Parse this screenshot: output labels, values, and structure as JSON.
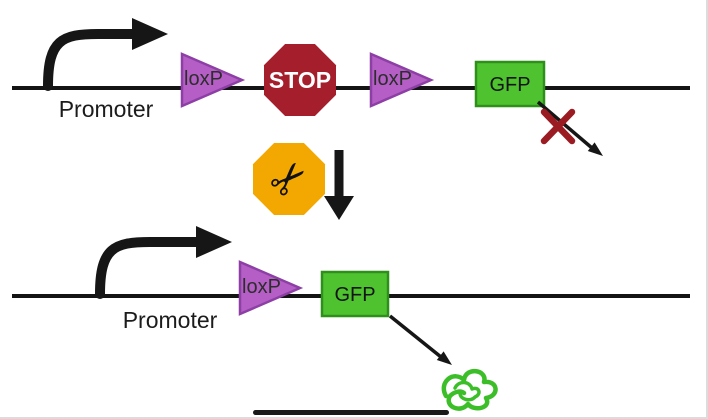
{
  "figure": {
    "description": "Cre-lox recombination GFP reporter diagram",
    "top_construct": {
      "promoter_label": "Promoter",
      "loxp_left_label": "loxP",
      "stop_label": "STOP",
      "loxp_right_label": "loxP",
      "gfp_label": "GFP"
    },
    "middle": {
      "scissors_glyph": "✂"
    },
    "bottom_construct": {
      "promoter_label": "Promoter",
      "loxp_label": "loxP",
      "gfp_label": "GFP"
    },
    "colors": {
      "dna_line": "#141414",
      "loxp_fill": "#b55fc6",
      "loxp_stroke": "#8d3fa6",
      "stop_fill": "#a51e2b",
      "stop_text": "#ffffff",
      "gfp_fill": "#4ec32f",
      "gfp_stroke": "#2e8f1b",
      "scissors_fill": "#f3a701",
      "cross": "#9b1b22",
      "protein": "#3cbe29",
      "progress_bar": "#191919"
    }
  }
}
